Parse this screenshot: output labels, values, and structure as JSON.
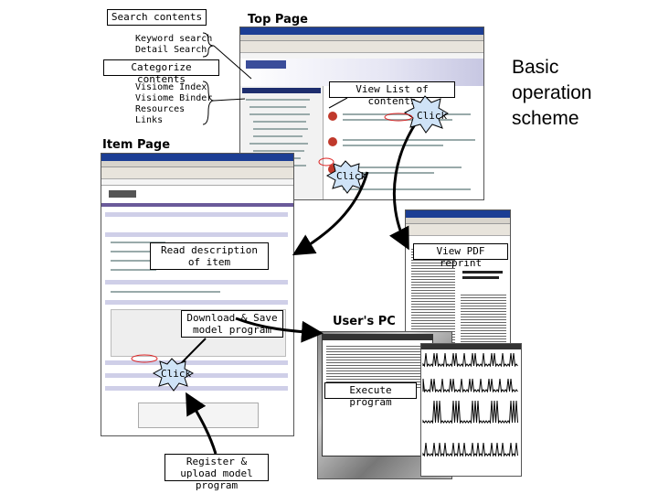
{
  "labels": {
    "search_contents": "Search contents",
    "categorize_contents": "Categorize contents",
    "view_list": "View List of contents",
    "read_description": "Read description of item",
    "view_pdf": "View PDF reprint",
    "download_save": "Download & Save model program",
    "execute_program": "Execute program",
    "register_upload": "Register & upload model program"
  },
  "search_items": [
    "Keyword search",
    "Detail Search"
  ],
  "categorize_items": [
    "Visiome Index",
    "Visiome Binder",
    "Resources",
    "Links"
  ],
  "captions": {
    "top_page": "Top Page",
    "item_page": "Item Page",
    "users_pc": "User's PC"
  },
  "title": {
    "line1": "Basic",
    "line2": "operation",
    "line3": "scheme"
  },
  "click": "Click"
}
